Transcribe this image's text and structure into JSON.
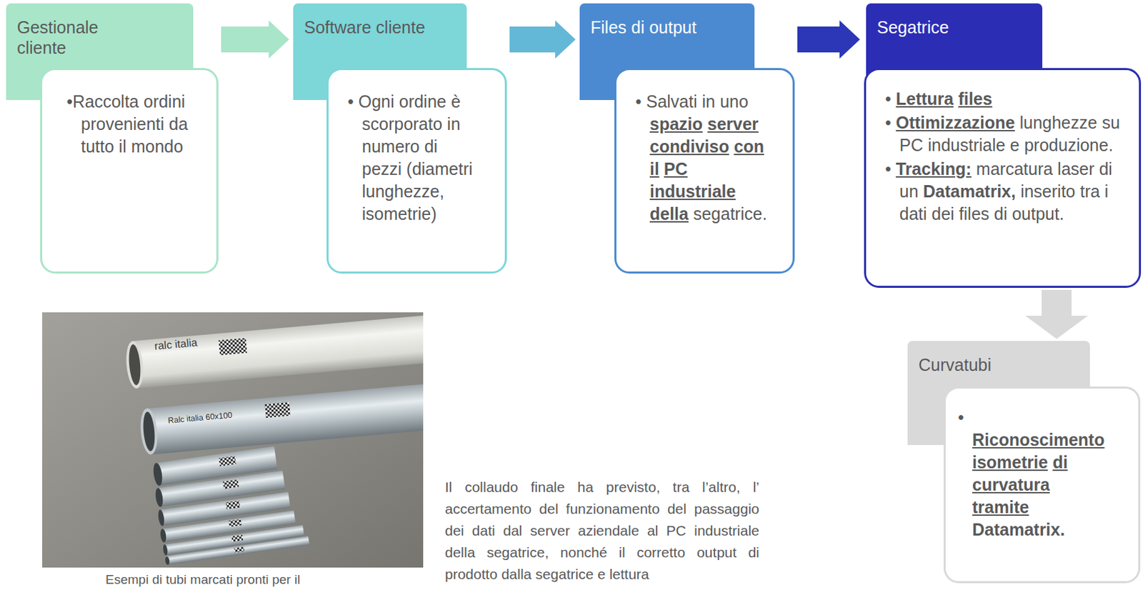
{
  "diagram": {
    "nodes": [
      {
        "text": [
          "Gestionale cliente",
          "•Raccolta ordini provenienti da tutto il mondo"
        ]
      },
      {
        "text": [
          "Software cliente",
          "• Ogni ordine è scorporato in numero di pezzi (diametri lunghezze, isometrie)"
        ]
      },
      {
        "text": [
          "Files di output",
          "• Salvati in uno spazio server condiviso con il PC industriale della segatrice."
        ]
      },
      {
        "text": [
          "Segatrice",
          "• Lettura files",
          "• Ottimizzazione lunghezze su PC industriale e produzione.",
          "• Tracking: marcatura laser di un Datamatrix, inserito tra i dati dei files di output."
        ]
      },
      {
        "text": [
          "Curvatubi",
          "• Riconoscimento isometrie di curvatura tramite Datamatrix."
        ]
      }
    ],
    "edges": [
      {
        "from": 0,
        "to": 1,
        "arrow": "to"
      },
      {
        "from": 1,
        "to": 2,
        "arrow": "to"
      },
      {
        "from": 2,
        "to": 3,
        "arrow": "to"
      },
      {
        "from": 3,
        "to": 4,
        "arrow": "to"
      }
    ],
    "labels": [
      "ralc italia",
      "Ralc italia 60x100",
      "Il collaudo finale ha previsto, tra l’altro, l’ accertamento del funzionamento del passaggio dei dati dal server aziendale al PC industriale della segatrice, nonché il corretto output di prodotto dalla segatrice e lettura",
      "Esempi di tubi marcati pronti per il"
    ]
  }
}
